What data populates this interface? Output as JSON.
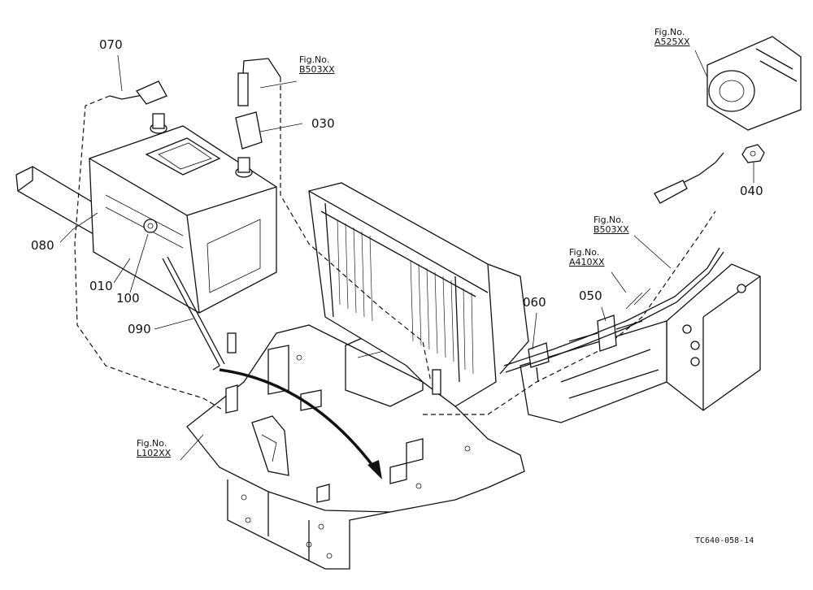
{
  "callouts": {
    "p010": "010",
    "p030": "030",
    "p040": "040",
    "p050": "050",
    "p060": "060",
    "p070": "070",
    "p080": "080",
    "p090": "090",
    "p100": "100"
  },
  "figure_refs": {
    "fig_a525": {
      "prefix": "Fig.No.",
      "code": "A525XX"
    },
    "fig_b503_top": {
      "prefix": "Fig.No.",
      "code": "B503XX"
    },
    "fig_b503_mid": {
      "prefix": "Fig.No.",
      "code": "B503XX"
    },
    "fig_a410": {
      "prefix": "Fig.No.",
      "code": "A410XX"
    },
    "fig_l102": {
      "prefix": "Fig.No.",
      "code": "L102XX"
    }
  },
  "drawing_id": "TC640-058-14"
}
